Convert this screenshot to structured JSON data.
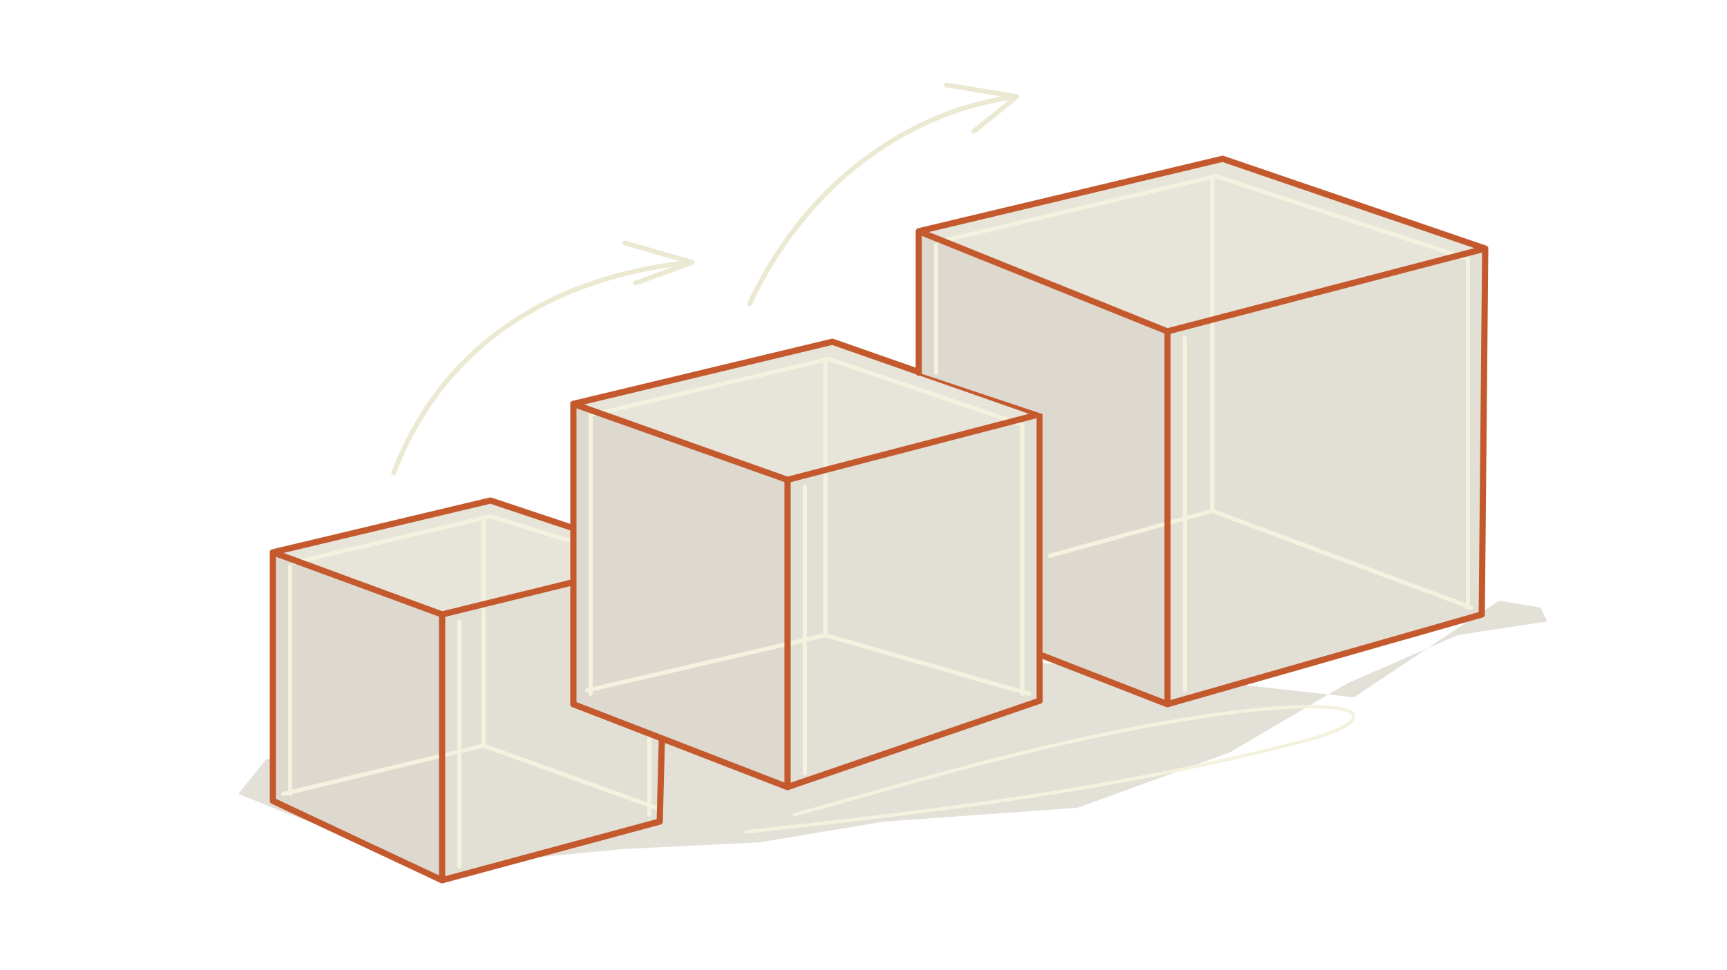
{
  "illustration": {
    "colors": {
      "background": "#ffffff",
      "floor_shadow": "#e2e0d7",
      "glass_fill": "#ddd9cf",
      "glass_side": "#e4e1d6",
      "glass_top": "#e7e4da",
      "edge_orange": "#c4592e",
      "edge_highlight": "#f4f2df",
      "arrow_stroke": "#ece9d2"
    },
    "objects": [
      {
        "name": "small-cube",
        "relative_size": 1
      },
      {
        "name": "medium-cube",
        "relative_size": 2
      },
      {
        "name": "large-cube",
        "relative_size": 3
      }
    ],
    "arrows": [
      {
        "name": "growth-arrow",
        "from": "small-cube",
        "to": "medium-cube"
      },
      {
        "name": "growth-arrow",
        "from": "medium-cube",
        "to": "large-cube"
      }
    ]
  }
}
